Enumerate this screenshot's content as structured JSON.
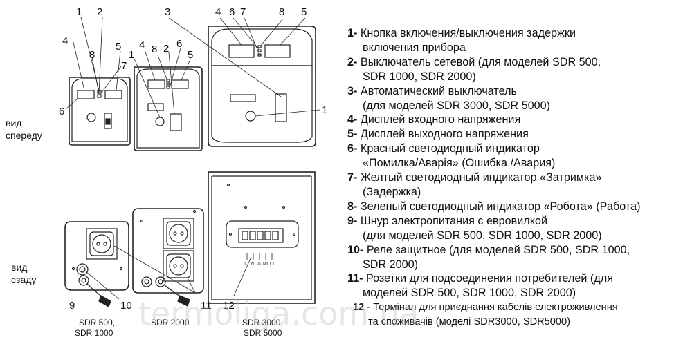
{
  "side_labels": {
    "front": [
      "вид",
      "спереду"
    ],
    "rear": [
      "вид",
      "сзаду"
    ]
  },
  "captions": {
    "small": [
      "SDR 500,",
      "SDR 1000"
    ],
    "medium": [
      "SDR 2000"
    ],
    "large": [
      "SDR 3000,",
      "SDR 5000"
    ]
  },
  "callouts": {
    "small_front": [
      "1",
      "2",
      "4",
      "8",
      "5",
      "7",
      "6"
    ],
    "medium_front": [
      "4",
      "8",
      "2",
      "6",
      "1",
      "5"
    ],
    "large_front": [
      "3",
      "4",
      "6",
      "7",
      "8",
      "5",
      "1"
    ],
    "rear": [
      "9",
      "10",
      "11",
      "12"
    ]
  },
  "terminal_marks": [
    "≡",
    "N",
    "⊕",
    "N1",
    "L1"
  ],
  "watermark": "termoliga.com.ua",
  "legend": [
    {
      "num": "1-",
      "lines": [
        "Кнопка включения/выключения задержки",
        "включения прибора"
      ]
    },
    {
      "num": "2-",
      "lines": [
        "Выключатель сетевой (для моделей SDR 500,",
        "SDR 1000, SDR 2000)"
      ]
    },
    {
      "num": "3-",
      "lines": [
        "Автоматический  выключатель",
        "(для моделей SDR 3000, SDR 5000)"
      ]
    },
    {
      "num": "4-",
      "lines": [
        "Дисплей входного напряжения"
      ]
    },
    {
      "num": "5-",
      "lines": [
        "Дисплей выходного напряжения"
      ]
    },
    {
      "num": "6-",
      "lines": [
        "Красный светодиодный индикатор",
        "«Помилка/Аварія» (Ошибка /Авария)"
      ]
    },
    {
      "num": "7-",
      "lines": [
        "Желтый светодиодный индикатор «Затримка»",
        "(Задержка)"
      ]
    },
    {
      "num": "8-",
      "lines": [
        "Зеленый светодиодный индикатор «Робота» (Работа)"
      ]
    },
    {
      "num": "9-",
      "lines": [
        "Шнур электропитания с евровилкой",
        "(для моделей SDR 500, SDR 1000, SDR 2000)"
      ]
    },
    {
      "num": "10-",
      "lines": [
        "Реле защитное (для моделей SDR 500, SDR 1000,",
        "SDR 2000)"
      ]
    },
    {
      "num": "11-",
      "lines": [
        "Розетки для подсоединения потребителей (для",
        "моделей SDR 500, SDR 1000, SDR 2000)"
      ]
    },
    {
      "num": "12",
      "lines": [
        "- Термінал для приєднання кабелів електроживлення",
        "та споживачів (моделі SDR3000, SDR5000)"
      ]
    }
  ]
}
